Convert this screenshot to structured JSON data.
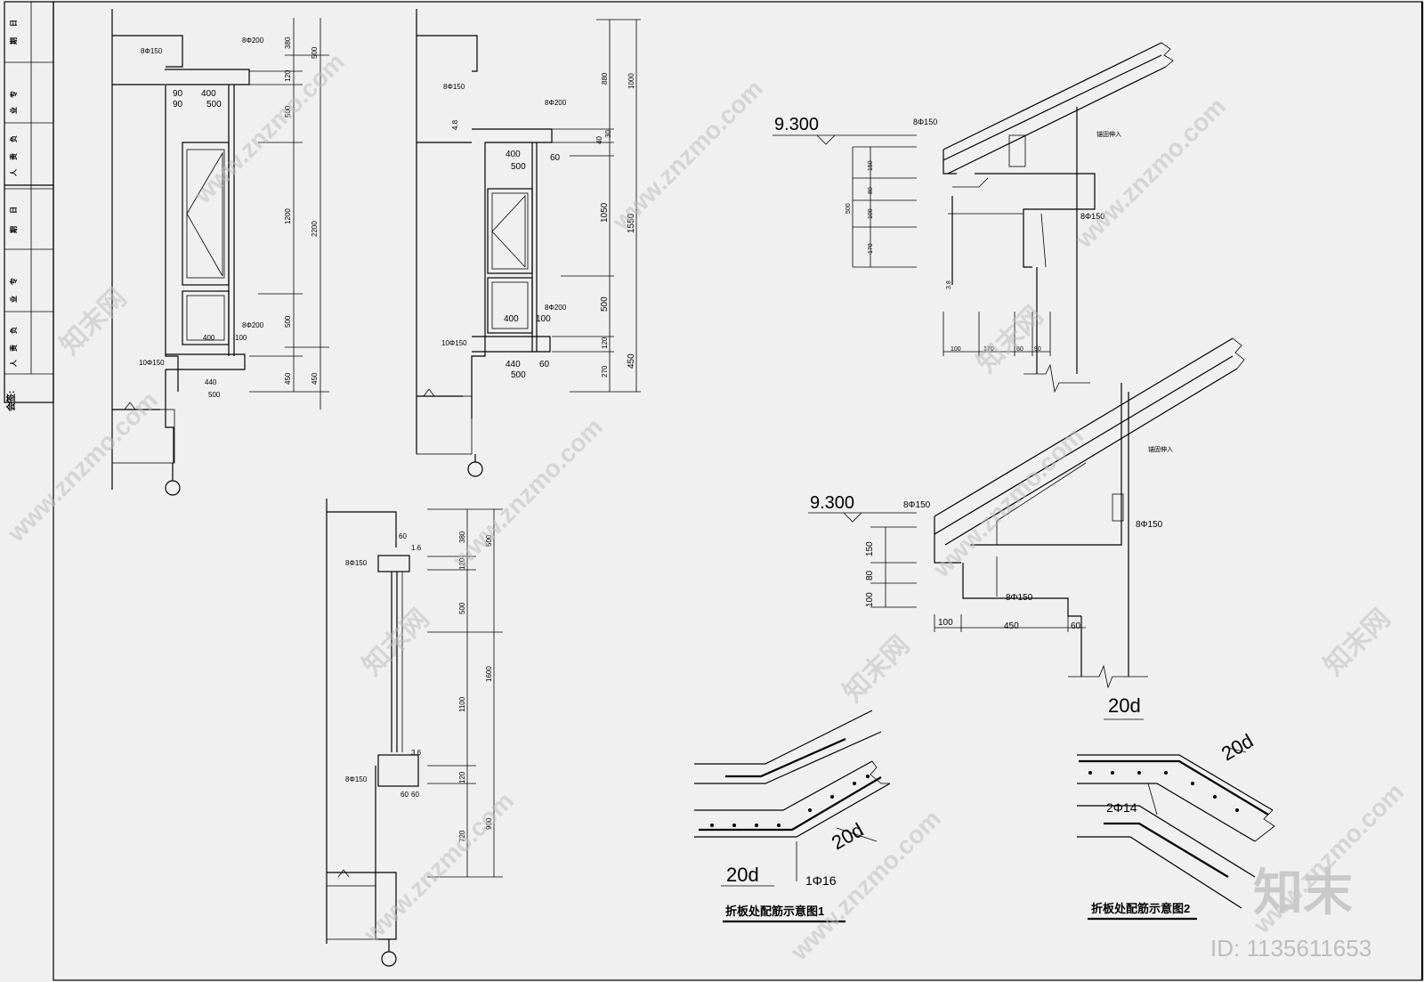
{
  "title_block": {
    "chars": [
      "日",
      "期",
      "专",
      "业",
      "负",
      "责",
      "人",
      "日",
      "期",
      "专",
      "业",
      "负",
      "责",
      "人"
    ],
    "sign": "会签:"
  },
  "detail1": {
    "rebar_top": "8Φ150",
    "rebar_top2": "8Φ200",
    "rebar_mid": "8Φ200",
    "rebar_bot": "10Φ150",
    "dims_w": [
      "90",
      "400",
      "90",
      "500",
      "400",
      "100",
      "440",
      "500"
    ],
    "dims_h": [
      "380",
      "120",
      "500",
      "1200",
      "500",
      "450",
      "500",
      "2200",
      "450"
    ]
  },
  "detail2": {
    "rebar_top": "8Φ150",
    "rebar_top2": "8Φ200",
    "rebar_mid": "8Φ200",
    "rebar_bot": "10Φ150",
    "dim_a": "4.8",
    "dims_w": [
      "400",
      "60",
      "500",
      "400",
      "100",
      "440",
      "60",
      "500"
    ],
    "dims_h": [
      "880",
      "40",
      "30",
      "1050",
      "500",
      "120",
      "270",
      "1000",
      "1550",
      "450"
    ]
  },
  "detail3": {
    "rebar_top": "8Φ150",
    "rebar_bot": "8Φ150",
    "dims_small": [
      "60",
      "1.6",
      "3.6",
      "60",
      "60"
    ],
    "dims_h": [
      "380",
      "120",
      "500",
      "1100",
      "120",
      "720",
      "500",
      "1600",
      "900"
    ]
  },
  "roof1": {
    "level": "9.300",
    "rebar1": "8Φ150",
    "rebar2": "8Φ150",
    "note": "锚固伸入",
    "dim_a": "3.8",
    "dims_v": [
      "150",
      "80",
      "100",
      "170",
      "500"
    ],
    "dims_h": [
      "100",
      "170",
      "60",
      "90"
    ]
  },
  "roof2": {
    "level": "9.300",
    "rebar1": "8Φ150",
    "rebar2": "8Φ150",
    "rebar3": "8Φ150",
    "note": "锚固伸入",
    "dims_v": [
      "150",
      "80",
      "100"
    ],
    "dims_h": [
      "100",
      "450",
      "60"
    ]
  },
  "fold1": {
    "d1": "20d",
    "d2": "20d",
    "bar": "1Φ16",
    "caption": "折板处配筋示意图1"
  },
  "fold2": {
    "d1": "20d",
    "d2": "20d",
    "bar": "2Φ14",
    "caption": "折板处配筋示意图2"
  },
  "watermark": {
    "url": "www.znzmo.com",
    "cn": "知末网",
    "brand": "知末",
    "id": "ID: 1135611653"
  }
}
